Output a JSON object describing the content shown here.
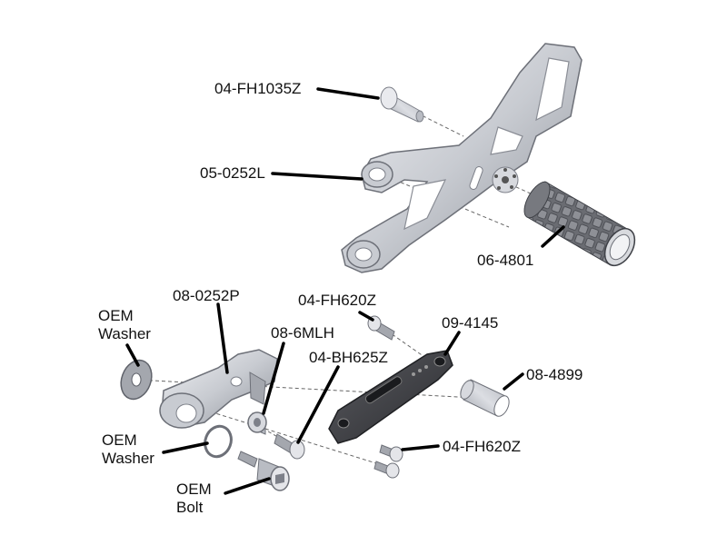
{
  "callouts": {
    "bolt_top": "04-FH1035Z",
    "bracket": "05-0252L",
    "footpeg": "06-4801",
    "pivot_arm": "08-0252P",
    "screw_top": "04-FH620Z",
    "shift_plate": "09-4145",
    "oem_washer_top": [
      "OEM",
      "Washer"
    ],
    "mlh": "08-6MLH",
    "bh_screw": "04-BH625Z",
    "spacer": "08-4899",
    "oem_washer_bottom": [
      "OEM",
      "Washer"
    ],
    "screw_bottom": "04-FH620Z",
    "oem_bolt": [
      "OEM",
      "Bolt"
    ]
  },
  "colors": {
    "metal_light": "#e6e8ec",
    "metal_mid": "#b9bcc3",
    "metal_dark": "#7d8089",
    "plate_dark": "#3a3b3f",
    "leader": "#000000"
  }
}
